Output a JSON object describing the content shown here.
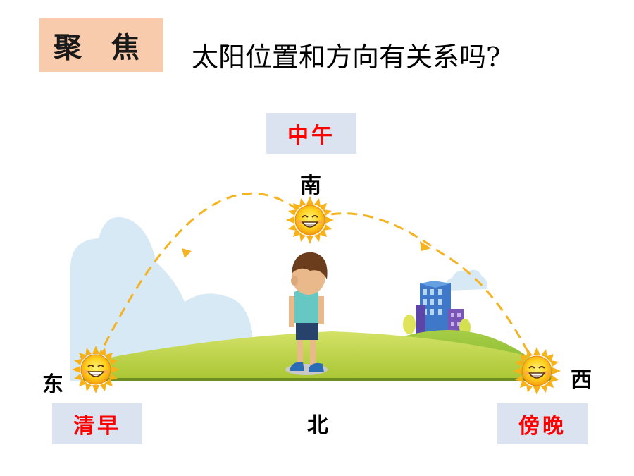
{
  "header": {
    "tag": "聚 焦",
    "question": "太阳位置和方向有关系吗?"
  },
  "times": {
    "noon": "中午",
    "morning": "清早",
    "evening": "傍晚"
  },
  "directions": {
    "south": "南",
    "east": "东",
    "west": "西",
    "north": "北"
  },
  "colors": {
    "tag_bg": "#f9cbad",
    "time_box_bg": "#dbe3f1",
    "time_text": "#ff0000",
    "path_dash": "#f5b321",
    "grass": "#b6cf3c",
    "cloud": "#d7e9f5"
  },
  "icons": [
    "sun-icon",
    "boy-illustration",
    "building-icon",
    "cloud-icon"
  ]
}
